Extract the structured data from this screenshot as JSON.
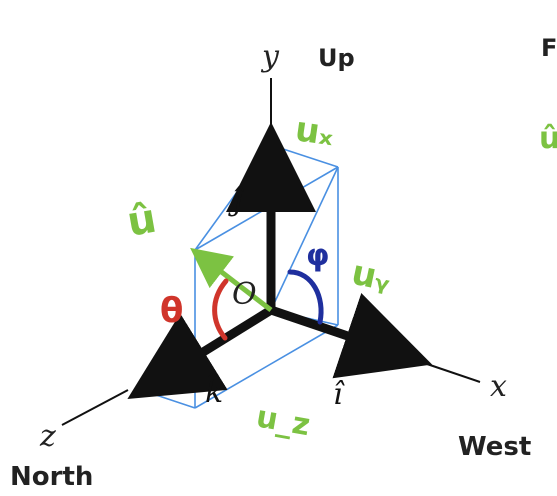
{
  "axes": {
    "y_label": "y",
    "x_label": "x",
    "z_label": "z"
  },
  "unit_vectors": {
    "j_hat": "ĵ",
    "k_hat": "k̂",
    "i_hat": "î"
  },
  "origin_label": "O",
  "annotations": {
    "up": "Up",
    "west": "West",
    "north": "North",
    "u_hat": "û",
    "u_x": "uₓ",
    "u_y": "uᵧ",
    "u_z": "u_z",
    "theta": "θ",
    "phi": "φ",
    "edge_F": "F",
    "edge_u": "û"
  },
  "colors": {
    "axis": "#111111",
    "box": "#4a90e2",
    "green": "#7cc242",
    "theta": "#d0352b",
    "phi": "#1f2f9e",
    "handwriting": "#222222"
  }
}
